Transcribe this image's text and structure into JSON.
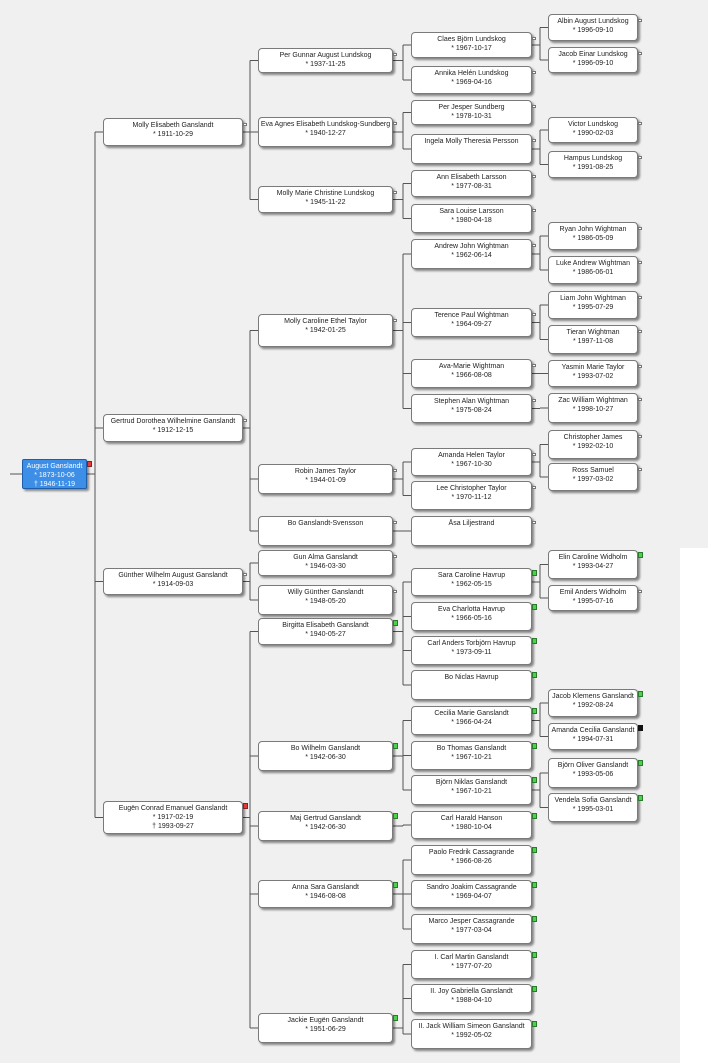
{
  "colors": {
    "background": "#f0f0f0",
    "root_fill": "#3c8ee6",
    "line": "#555555",
    "badge_green": "#4cd14c",
    "badge_red": "#e33b3b"
  },
  "nodes": {
    "root": {
      "name": "August Ganslandt",
      "birth": "* 1873-10-06",
      "death": "† 1946-11-19"
    },
    "molly_elisabeth": {
      "name": "Molly Elisabeth Ganslandt",
      "birth": "* 1911-10-29"
    },
    "per_gunnar": {
      "name": "Per Gunnar August Lundskog",
      "birth": "* 1937-11-25"
    },
    "claes_bjorn": {
      "name": "Claes Björn Lundskog",
      "birth": "* 1967-10-17"
    },
    "albin_august": {
      "name": "Albin August Lundskog",
      "birth": "* 1996-09-10"
    },
    "jacob_einar": {
      "name": "Jacob Einar Lundskog",
      "birth": "* 1996-09-10"
    },
    "annika_helen": {
      "name": "Annika Helén Lundskog",
      "birth": "* 1969-04-16"
    },
    "eva_agnes": {
      "name": "Eva Agnes Elisabeth Lundskog-Sundberg",
      "birth": "* 1940-12-27"
    },
    "per_jesper": {
      "name": "Per Jesper Sundberg",
      "birth": "* 1978-10-31"
    },
    "ingela_molly": {
      "name": "Ingela Molly Theresia Persson",
      "birth": ""
    },
    "victor": {
      "name": "Victor Lundskog",
      "birth": "* 1990-02-03"
    },
    "hampus": {
      "name": "Hampus Lundskog",
      "birth": "* 1991-08-25"
    },
    "molly_marie": {
      "name": "Molly Marie Christine Lundskog",
      "birth": "* 1945-11-22"
    },
    "ann_elisabeth": {
      "name": "Ann Elisabeth Larsson",
      "birth": "* 1977-08-31"
    },
    "sara_louise": {
      "name": "Sara Louise Larsson",
      "birth": "* 1980-04-18"
    },
    "gertrud_dorothea": {
      "name": "Gertrud Dorothea Wilhelmine Ganslandt",
      "birth": "* 1912-12-15"
    },
    "molly_caroline": {
      "name": "Molly Caroline Ethel Taylor",
      "birth": "* 1942-01-25"
    },
    "andrew_john": {
      "name": "Andrew John Wightman",
      "birth": "* 1962-06-14"
    },
    "ryan_john": {
      "name": "Ryan John Wightman",
      "birth": "* 1986-05-09"
    },
    "luke_andrew": {
      "name": "Luke Andrew Wightman",
      "birth": "* 1986-06-01"
    },
    "terence_paul": {
      "name": "Terence Paul Wightman",
      "birth": "* 1964-09-27"
    },
    "liam_john": {
      "name": "Liam John Wightman",
      "birth": "* 1995-07-29"
    },
    "tieran": {
      "name": "Tieran Wightman",
      "birth": "* 1997-11-08"
    },
    "ava_marie": {
      "name": "Ava-Marie Wightman",
      "birth": "* 1966-08-08"
    },
    "yasmin_marie": {
      "name": "Yasmin Marie Taylor",
      "birth": "* 1993-07-02"
    },
    "stephen_alan": {
      "name": "Stephen Alan Wightman",
      "birth": "* 1975-08-24"
    },
    "zac_william": {
      "name": "Zac William Wightman",
      "birth": "* 1998-10-27"
    },
    "robin_james": {
      "name": "Robin James Taylor",
      "birth": "* 1944-01-09"
    },
    "amanda_helen": {
      "name": "Amanda Helen Taylor",
      "birth": "* 1967-10-30"
    },
    "christopher_james": {
      "name": "Christopher James",
      "birth": "* 1992-02-10"
    },
    "ross_samuel": {
      "name": "Ross Samuel",
      "birth": "* 1997-03-02"
    },
    "lee_christopher": {
      "name": "Lee Christopher Taylor",
      "birth": "* 1970-11-12"
    },
    "bo_ganslandt_svensson": {
      "name": "Bo Ganslandt-Svensson",
      "birth": ""
    },
    "asa_liljestrand": {
      "name": "Åsa Liljestrand",
      "birth": ""
    },
    "gunther_wilhelm": {
      "name": "Günther Wilhelm August Ganslandt",
      "birth": "* 1914-09-03"
    },
    "gun_alma": {
      "name": "Gun Alma Ganslandt",
      "birth": "* 1946-03-30"
    },
    "willy_gunther": {
      "name": "Willy Günther Ganslandt",
      "birth": "* 1948-05-20"
    },
    "sara_caroline": {
      "name": "Sara Caroline Havrup",
      "birth": "* 1962-05-15"
    },
    "elin_caroline": {
      "name": "Elin Caroline Widholm",
      "birth": "* 1993-04-27"
    },
    "emil_anders": {
      "name": "Emil Anders Widholm",
      "birth": "* 1995-07-16"
    },
    "birgitta_elisabeth": {
      "name": "Birgitta Elisabeth Ganslandt",
      "birth": "* 1940-05-27"
    },
    "eva_charlotta": {
      "name": "Eva Charlotta Havrup",
      "birth": "* 1966-05-16"
    },
    "carl_anders": {
      "name": "Carl Anders Torbjörn Havrup",
      "birth": "* 1973-09-11"
    },
    "bo_niclas": {
      "name": "Bo Niclas Havrup",
      "birth": ""
    },
    "eugen_conrad": {
      "name": "Eugën Conrad Emanuel Ganslandt",
      "birth": "* 1917-02-19",
      "death": "† 1993-09-27"
    },
    "bo_wilhelm": {
      "name": "Bo Wilhelm Ganslandt",
      "birth": "* 1942-06-30"
    },
    "cecilia_marie": {
      "name": "Cecilia Marie Ganslandt",
      "birth": "* 1966-04-24"
    },
    "jacob_klemens": {
      "name": "Jacob Klemens Ganslandt",
      "birth": "* 1992-08-24"
    },
    "amanda_cecilia": {
      "name": "Amanda Cecilia Ganslandt",
      "birth": "* 1994-07-31"
    },
    "bo_thomas": {
      "name": "Bo Thomas Ganslandt",
      "birth": "* 1967-10-21"
    },
    "bjorn_niklas": {
      "name": "Björn Niklas Ganslandt",
      "birth": "* 1967-10-21"
    },
    "bjorn_oliver": {
      "name": "Björn Oliver Ganslandt",
      "birth": "* 1993-05-06"
    },
    "vendela_sofia": {
      "name": "Vendela Sofia Ganslandt",
      "birth": "* 1995-03-01"
    },
    "maj_gertrud": {
      "name": "Maj Gertrud Ganslandt",
      "birth": "* 1942-06-30"
    },
    "carl_harald": {
      "name": "Carl Harald Hanson",
      "birth": "* 1980-10-04"
    },
    "anna_sara": {
      "name": "Anna Sara Ganslandt",
      "birth": "* 1946-08-08"
    },
    "paolo_fredrik": {
      "name": "Paolo Fredrik Cassagrande",
      "birth": "* 1966-08-26"
    },
    "sandro_joakim": {
      "name": "Sandro Joakim Cassagrande",
      "birth": "* 1969-04-07"
    },
    "marco_jesper": {
      "name": "Marco Jesper Cassagrande",
      "birth": "* 1977-03-04"
    },
    "jackie_eugen": {
      "name": "Jackie Eugën Ganslandt",
      "birth": "* 1951-06-29"
    },
    "carl_martin": {
      "name": "I. Carl Martin Ganslandt",
      "birth": "* 1977-07-20"
    },
    "joy_gabriella": {
      "name": "II. Joy Gabriella Ganslandt",
      "birth": "* 1988-04-10"
    },
    "jack_william": {
      "name": "II. Jack William Simeon Ganslandt",
      "birth": "* 1992-05-02"
    }
  }
}
